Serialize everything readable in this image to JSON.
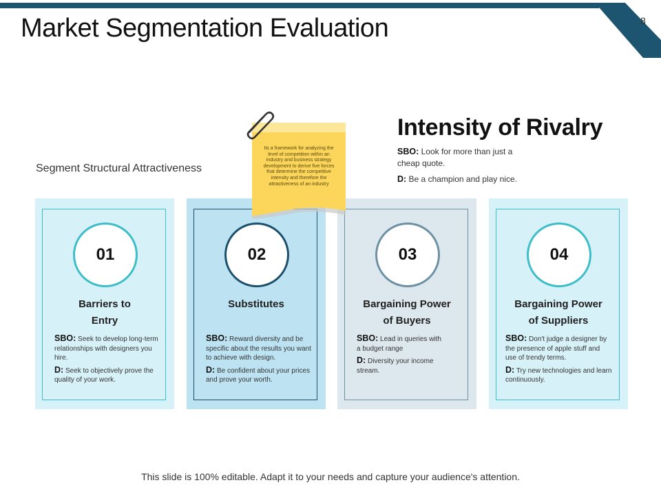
{
  "slide": {
    "title": "Market Segmentation Evaluation",
    "page_number": "8",
    "section_label": "Segment Structural Attractiveness",
    "footer": "This slide is 100% editable. Adapt it to your needs and capture your audience's attention."
  },
  "sticky_note": {
    "text": "Its a framework for analyzing the level of competition within an industry and business strategy development to derive five forces that determine the competitive intensity and therefore the attractiveness of an industry"
  },
  "rivalry": {
    "title": "Intensity of Rivalry",
    "sbo_label": "SBO:",
    "sbo_text": "Look for more than just a cheap quote.",
    "d_label": "D:",
    "d_text": "Be a champion and play nice."
  },
  "cards": [
    {
      "number": "01",
      "heading_line1": "Barriers to",
      "heading_line2": "Entry",
      "sbo_label": "SBO:",
      "sbo_text": "Seek to develop long-term relationships with designers you hire.",
      "d_label": "D:",
      "d_text": "Seek to objectively prove the quality of your work."
    },
    {
      "number": "02",
      "heading_line1": "Substitutes",
      "heading_line2": "",
      "sbo_label": "SBO:",
      "sbo_text": "Reward diversity and be specific about the results you want to achieve with design.",
      "d_label": "D:",
      "d_text": "Be confident about your prices and prove your worth."
    },
    {
      "number": "03",
      "heading_line1": "Bargaining Power",
      "heading_line2": "of Buyers",
      "sbo_label": "SBO:",
      "sbo_text": "Lead in queries with a budget range",
      "d_label": "D:",
      "d_text": "Diversity your income stream."
    },
    {
      "number": "04",
      "heading_line1": "Bargaining Power",
      "heading_line2": "of Suppliers",
      "sbo_label": "SBO:",
      "sbo_text": "Don't judge a designer by the presence of apple stuff and use of trendy terms.",
      "d_label": "D:",
      "d_text": "Try new technologies and learn continuously."
    }
  ],
  "colors": {
    "brand_dark": "#1d5470",
    "card1_bg": "#d7f1f8",
    "card1_accent": "#3dbdc8",
    "card2_bg": "#bde3f3",
    "card2_accent": "#1c4f6b",
    "card3_bg": "#dde7ee",
    "card3_accent": "#6e90a3",
    "card4_bg": "#d7f1f8",
    "card4_accent": "#3dbdc8",
    "sticky_yellow": "#fcd55b"
  }
}
